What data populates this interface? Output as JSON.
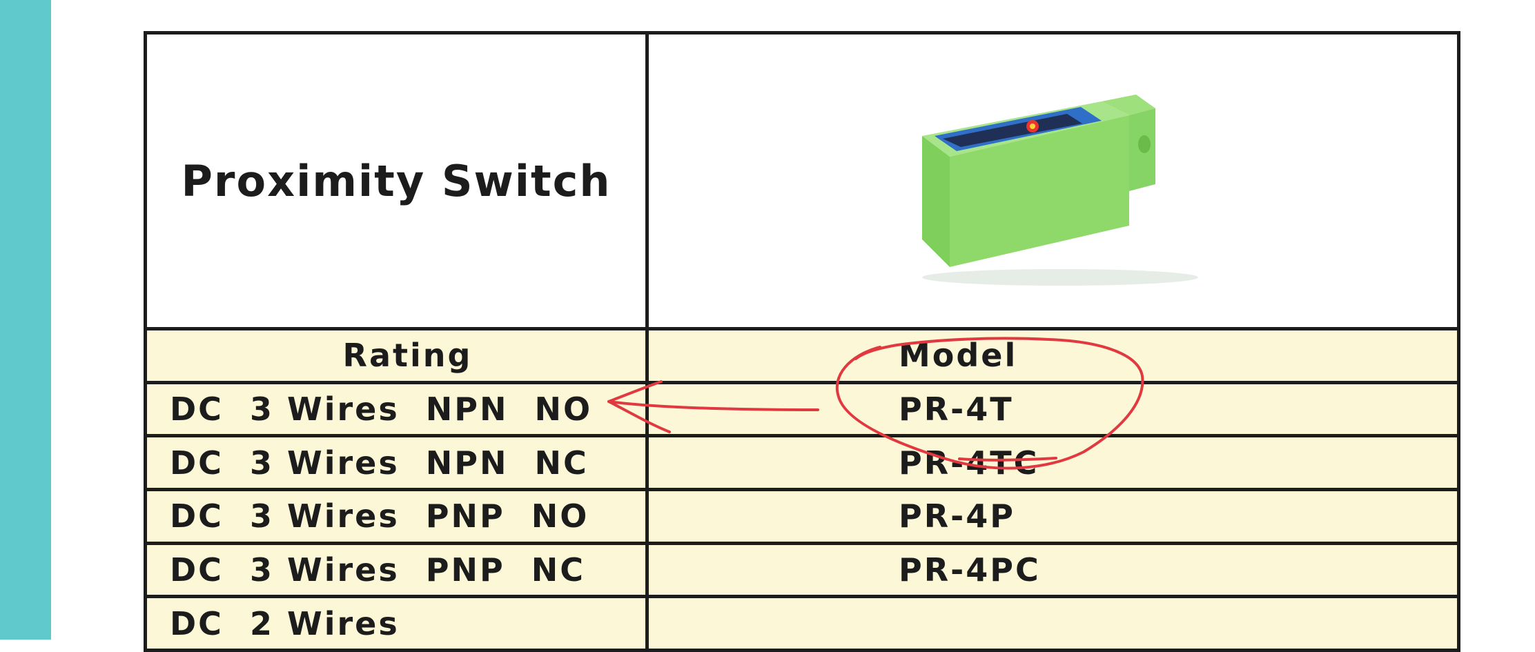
{
  "table": {
    "title": "Proximity Switch",
    "headers": {
      "rating": "Rating",
      "model": "Model"
    },
    "rows": [
      {
        "rating": "DC  3 Wires  NPN  NO",
        "model": "PR-4T"
      },
      {
        "rating": "DC  3 Wires  NPN  NC",
        "model": "PR-4TC"
      },
      {
        "rating": "DC  3 Wires  PNP  NO",
        "model": "PR-4P"
      },
      {
        "rating": "DC  3 Wires  PNP  NC",
        "model": "PR-4PC"
      },
      {
        "rating": "DC  2 Wires",
        "model": ""
      }
    ]
  },
  "colors": {
    "sidebar": "#5fc9cb",
    "row_fill": "#fbf7d7",
    "annotation": "#e03a40",
    "sensor_body": "#8fd96a",
    "sensor_plate": "#2f6fc7"
  },
  "icons": {
    "product": "proximity-sensor-image"
  }
}
